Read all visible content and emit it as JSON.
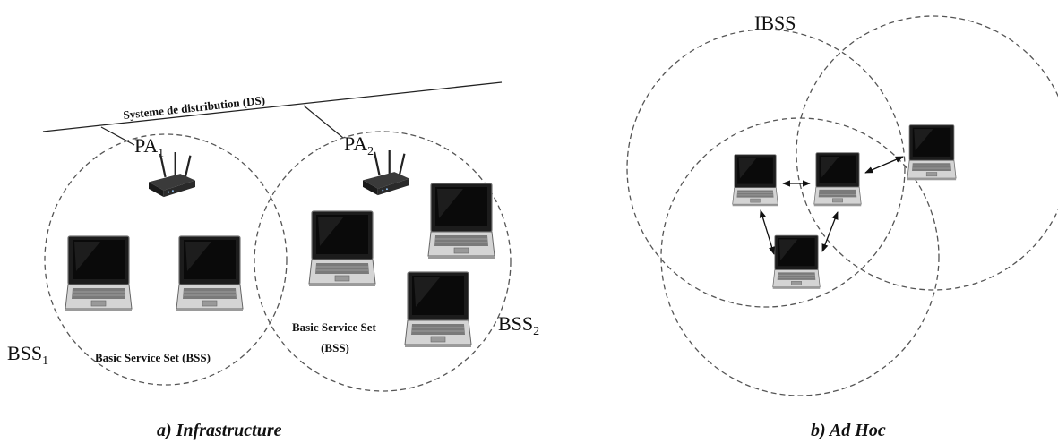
{
  "left_panel": {
    "caption": "a) Infrastructure",
    "ds_label": "Systeme de distribution (DS)",
    "ap1": {
      "base": "PA",
      "sub": "1"
    },
    "ap2": {
      "base": "PA",
      "sub": "2"
    },
    "bss1": {
      "base": "BSS",
      "sub": "1"
    },
    "bss2": {
      "base": "BSS",
      "sub": "2"
    },
    "bss1_text": "Basic Service Set (BSS)",
    "bss2_text_line1": "Basic Service Set",
    "bss2_text_line2": "(BSS)"
  },
  "right_panel": {
    "caption": "b) Ad Hoc",
    "ibss_label": "IBSS"
  },
  "icons": {
    "access_point": "wireless-access-point-icon",
    "laptop": "laptop-icon",
    "arrow": "double-arrow-icon"
  }
}
